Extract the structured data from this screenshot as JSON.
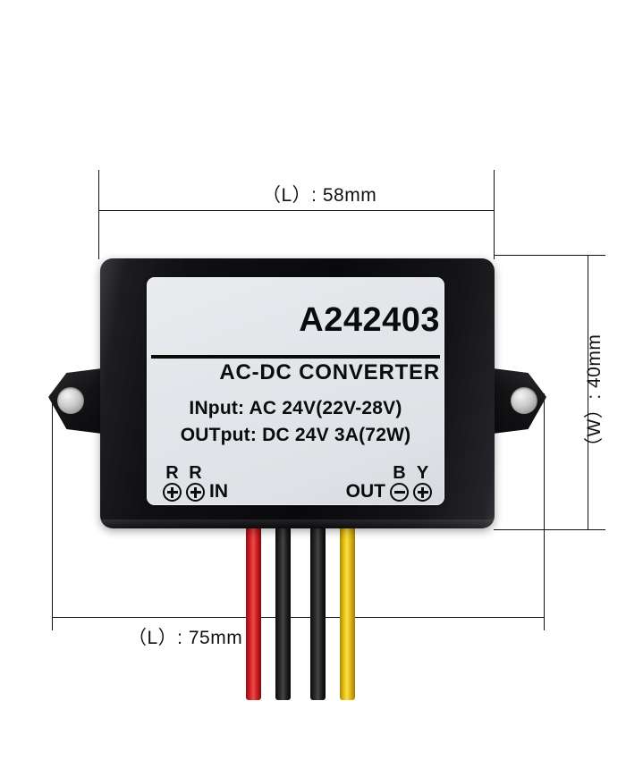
{
  "product": {
    "model_number": "A242403",
    "product_type": "AC-DC  CONVERTER",
    "spec_input": "INput: AC 24V(22V-28V)",
    "spec_output": "OUTput: DC 24V 3A(72W)"
  },
  "terminals": {
    "input": {
      "label": "IN",
      "pins": [
        {
          "letter": "R",
          "symbol": "plus"
        },
        {
          "letter": "R",
          "symbol": "plus"
        }
      ]
    },
    "output": {
      "label": "OUT",
      "pins": [
        {
          "letter": "B",
          "symbol": "minus"
        },
        {
          "letter": "Y",
          "symbol": "plus"
        }
      ]
    }
  },
  "dimensions": {
    "length_top": "（L）:  58mm",
    "width_right": "（W）:  40mm",
    "length_bottom": "（L）:  75mm"
  },
  "wires": [
    {
      "name": "wire-red",
      "color": "#d32228"
    },
    {
      "name": "wire-black-1",
      "color": "#1d1d1d"
    },
    {
      "name": "wire-black-2",
      "color": "#1d1d1d"
    },
    {
      "name": "wire-yellow",
      "color": "#e8c413"
    }
  ],
  "colors": {
    "background": "#ffffff",
    "case": "#101013",
    "label": "#e2e5e9",
    "dimension_line": "#111111"
  }
}
